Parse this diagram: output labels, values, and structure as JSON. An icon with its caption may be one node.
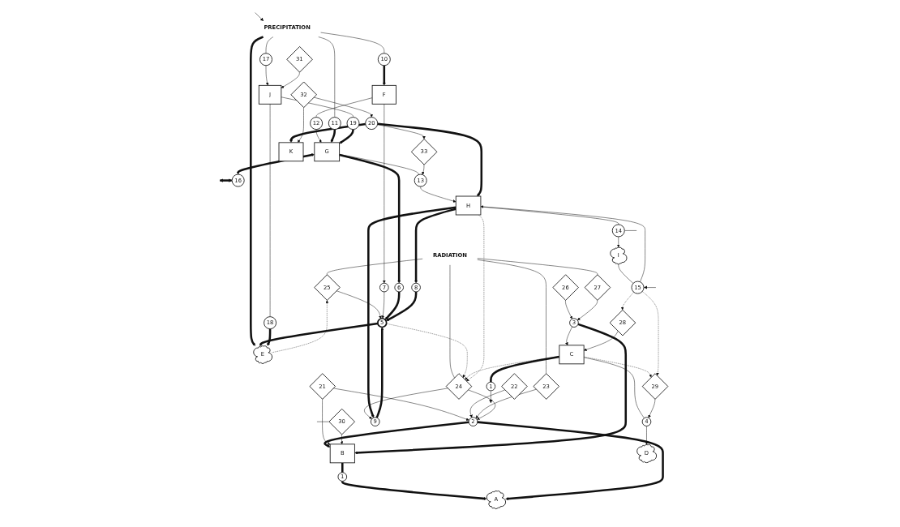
{
  "diagram": {
    "nodes": [
      {
        "text": [
          "RADIATION"
        ]
      },
      {
        "text": [
          "PRECIPITATION"
        ]
      },
      {
        "text": [
          "A"
        ]
      },
      {
        "text": [
          "E"
        ]
      },
      {
        "text": [
          "25"
        ]
      },
      {
        "text": [
          "5"
        ]
      },
      {
        "text": [
          "1"
        ]
      },
      {
        "text": [
          "21"
        ]
      },
      {
        "text": [
          "2"
        ]
      },
      {
        "text": [
          "23"
        ]
      },
      {
        "text": [
          "7"
        ]
      },
      {
        "text": [
          "10"
        ]
      },
      {
        "text": [
          "17"
        ]
      },
      {
        "text": [
          "18"
        ]
      },
      {
        "text": [
          "31"
        ]
      },
      {
        "text": [
          "F"
        ]
      },
      {
        "text": [
          "22"
        ]
      },
      {
        "text": [
          "30"
        ]
      },
      {
        "text": [
          "B"
        ]
      },
      {
        "text": [
          "24"
        ]
      },
      {
        "text": [
          "9"
        ]
      },
      {
        "text": [
          "6"
        ]
      },
      {
        "text": [
          "12"
        ]
      },
      {
        "text": [
          "11"
        ]
      },
      {
        "text": [
          "J"
        ]
      },
      {
        "text": [
          "19"
        ]
      },
      {
        "text": [
          "26"
        ]
      },
      {
        "text": [
          "3"
        ]
      },
      {
        "text": [
          "27"
        ]
      },
      {
        "text": [
          "G"
        ]
      },
      {
        "text": [
          "16"
        ]
      },
      {
        "text": [
          "C"
        ]
      },
      {
        "text": [
          "28"
        ]
      },
      {
        "text": [
          "8"
        ]
      },
      {
        "text": [
          "13"
        ]
      },
      {
        "text": [
          "33"
        ]
      },
      {
        "text": [
          "K"
        ]
      },
      {
        "text": [
          "1"
        ]
      },
      {
        "text": [
          "4"
        ]
      },
      {
        "text": [
          "29"
        ]
      },
      {
        "text": [
          "H"
        ]
      },
      {
        "text": [
          "20"
        ]
      },
      {
        "text": [
          "15"
        ]
      },
      {
        "text": [
          "14"
        ]
      },
      {
        "text": [
          "32"
        ]
      },
      {
        "text": [
          "D"
        ]
      },
      {
        "text": [
          "I"
        ]
      }
    ],
    "edges": [
      {
        "from": 0,
        "to": 4,
        "arrow": "none"
      },
      {
        "from": 0,
        "to": 9,
        "arrow": "none"
      },
      {
        "from": 0,
        "to": 19,
        "arrow": "none"
      },
      {
        "from": 0,
        "to": 28,
        "arrow": "none"
      },
      {
        "from": null,
        "to": 1,
        "arrow": "to"
      },
      {
        "from": 1,
        "to": 3,
        "arrow": "to",
        "style": "thick"
      },
      {
        "from": 1,
        "to": 11,
        "arrow": "none"
      },
      {
        "from": 1,
        "to": 12,
        "arrow": "none"
      },
      {
        "from": 1,
        "to": 23,
        "arrow": "none"
      },
      {
        "from": 18,
        "to": 6,
        "arrow": "none",
        "style": "thick"
      },
      {
        "from": 6,
        "to": 2,
        "arrow": "to",
        "style": "thick"
      },
      {
        "from": 8,
        "to": 2,
        "arrow": "to",
        "style": "thick"
      },
      {
        "from": 8,
        "to": 18,
        "arrow": "to",
        "style": "thick"
      },
      {
        "from": 7,
        "to": 8,
        "arrow": "to"
      },
      {
        "from": 7,
        "to": 18,
        "arrow": "to"
      },
      {
        "from": 16,
        "to": 8,
        "arrow": "to"
      },
      {
        "from": 9,
        "to": 8,
        "arrow": "to"
      },
      {
        "from": 19,
        "to": 8,
        "arrow": "to"
      },
      {
        "from": 3,
        "to": 4,
        "arrow": "to",
        "style": "dashed"
      },
      {
        "from": 4,
        "to": 5,
        "arrow": "to"
      },
      {
        "from": 5,
        "to": 3,
        "arrow": "none",
        "style": "thick"
      },
      {
        "from": 5,
        "to": 19,
        "arrow": "to",
        "style": "dashed"
      },
      {
        "from": 10,
        "to": 5,
        "arrow": "to"
      },
      {
        "from": 15,
        "to": 10,
        "arrow": "to"
      },
      {
        "from": 11,
        "to": 15,
        "arrow": "to",
        "style": "thick"
      },
      {
        "from": 12,
        "to": 24,
        "arrow": "to"
      },
      {
        "from": 24,
        "to": 13,
        "arrow": "none"
      },
      {
        "from": 13,
        "to": 3,
        "arrow": "to",
        "style": "thick"
      },
      {
        "from": 14,
        "to": 24,
        "arrow": "to"
      },
      {
        "from": 17,
        "to": 18,
        "arrow": "to"
      },
      {
        "from": 17,
        "to": null,
        "arrow": "none"
      },
      {
        "from": 19,
        "to": 20,
        "arrow": "to"
      },
      {
        "from": 20,
        "to": 5,
        "arrow": "to",
        "style": "thick"
      },
      {
        "from": 21,
        "to": 5,
        "arrow": "to",
        "style": "thick"
      },
      {
        "from": 29,
        "to": 21,
        "arrow": "to",
        "style": "thick"
      },
      {
        "from": 15,
        "to": 22,
        "arrow": "none"
      },
      {
        "from": 22,
        "to": 29,
        "arrow": "to"
      },
      {
        "from": 23,
        "to": 29,
        "arrow": "to",
        "style": "thick"
      },
      {
        "from": 24,
        "to": 25,
        "arrow": "none"
      },
      {
        "from": 25,
        "to": 29,
        "arrow": "to",
        "style": "thick"
      },
      {
        "from": 26,
        "to": 27,
        "arrow": "to"
      },
      {
        "from": 28,
        "to": 27,
        "arrow": "to"
      },
      {
        "from": 27,
        "to": 18,
        "arrow": "to",
        "style": "thick"
      },
      {
        "from": 27,
        "to": 31,
        "arrow": "to"
      },
      {
        "from": 29,
        "to": 30,
        "arrow": "both",
        "style": "thick"
      },
      {
        "from": 30,
        "to": null,
        "arrow": "both",
        "style": "thick"
      },
      {
        "from": 31,
        "to": 19,
        "arrow": "to",
        "style": "dashed"
      },
      {
        "from": 32,
        "to": 31,
        "arrow": "to"
      },
      {
        "from": 31,
        "to": 39,
        "arrow": "to",
        "style": "dashed"
      },
      {
        "from": 33,
        "to": 5,
        "arrow": "to",
        "style": "thick"
      },
      {
        "from": 40,
        "to": 33,
        "arrow": "to",
        "style": "thick"
      },
      {
        "from": 40,
        "to": 20,
        "arrow": "to",
        "style": "thick"
      },
      {
        "from": 29,
        "to": 34,
        "arrow": "none"
      },
      {
        "from": 34,
        "to": 40,
        "arrow": "to"
      },
      {
        "from": 35,
        "to": 34,
        "arrow": "to"
      },
      {
        "from": 41,
        "to": 35,
        "arrow": "to"
      },
      {
        "from": 41,
        "to": 40,
        "arrow": "to",
        "style": "thick"
      },
      {
        "from": 41,
        "to": 36,
        "arrow": "to",
        "style": "thick"
      },
      {
        "from": 44,
        "to": 36,
        "arrow": "to"
      },
      {
        "from": 44,
        "to": 41,
        "arrow": "to"
      },
      {
        "from": 31,
        "to": 37,
        "arrow": "none",
        "style": "thick"
      },
      {
        "from": 37,
        "to": null,
        "arrow": "to"
      },
      {
        "from": 31,
        "to": 38,
        "arrow": "none"
      },
      {
        "from": 38,
        "to": 45,
        "arrow": "to"
      },
      {
        "from": 39,
        "to": 38,
        "arrow": "to"
      },
      {
        "from": 40,
        "to": 19,
        "arrow": "to",
        "style": "dashed"
      },
      {
        "from": 42,
        "to": 32,
        "arrow": "to",
        "style": "dashed"
      },
      {
        "from": 42,
        "to": 39,
        "arrow": "to",
        "style": "dashed"
      },
      {
        "from": 42,
        "to": 40,
        "arrow": "to"
      },
      {
        "from": 46,
        "to": 42,
        "arrow": "none"
      },
      {
        "from": null,
        "to": 42,
        "arrow": "to"
      },
      {
        "from": 40,
        "to": 43,
        "arrow": "none"
      },
      {
        "from": 43,
        "to": 46,
        "arrow": "to"
      },
      {
        "from": 43,
        "to": null,
        "arrow": "none"
      }
    ]
  }
}
